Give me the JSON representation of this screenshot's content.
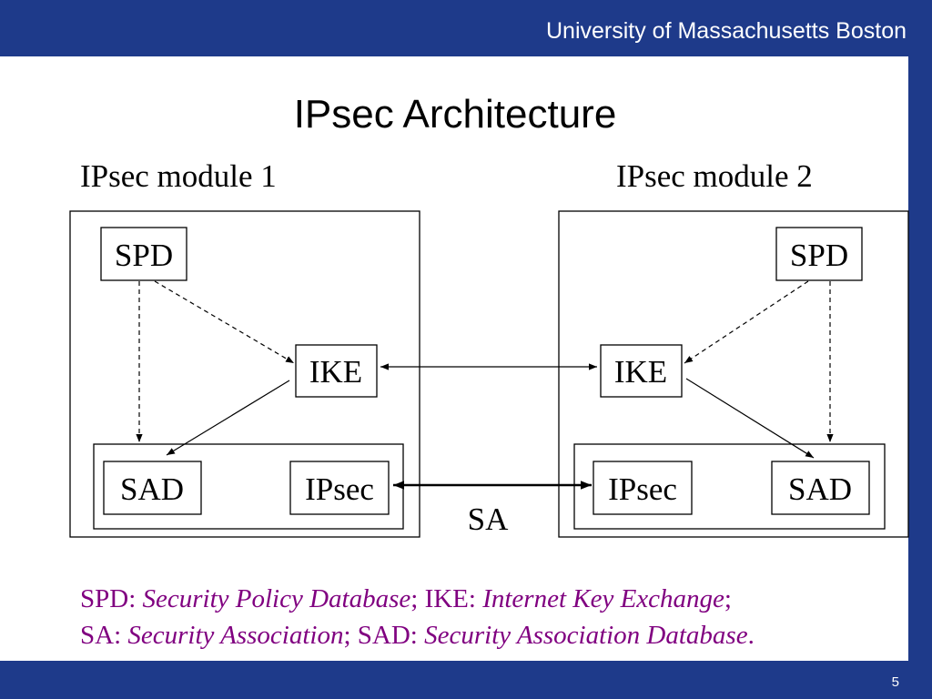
{
  "header": {
    "institution": "University of Massachusetts Boston",
    "page_number": "5"
  },
  "slide": {
    "title": "IPsec Architecture",
    "module1_label": "IPsec module 1",
    "module2_label": "IPsec module 2"
  },
  "diagram": {
    "module1": {
      "spd": "SPD",
      "ike": "IKE",
      "sad": "SAD",
      "ipsec": "IPsec"
    },
    "module2": {
      "spd": "SPD",
      "ike": "IKE",
      "sad": "SAD",
      "ipsec": "IPsec"
    },
    "sa_label": "SA"
  },
  "legend": {
    "line1": {
      "spd_abbr": "SPD:",
      "spd_full": "Security Policy Database",
      "sep1": ";",
      "ike_abbr": "IKE:",
      "ike_full": "Internet Key Exchange",
      "sep2": ";"
    },
    "line2": {
      "sa_abbr": "SA:",
      "sa_full": "Security Association",
      "sep1": ";",
      "sad_abbr": "SAD:",
      "sad_full": "Security Association Database",
      "end": "."
    }
  },
  "colors": {
    "bar": "#1e3a8a",
    "legend_text": "#800080"
  }
}
